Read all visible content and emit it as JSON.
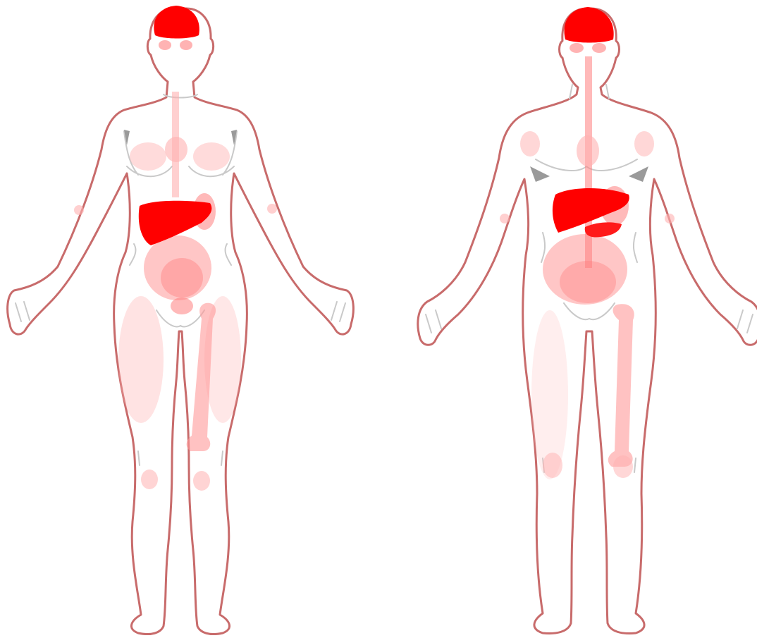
{
  "colors": {
    "outline": "#c86b6b",
    "high": "#ff0000",
    "medium": "#ff8080",
    "low": "#ffc8c8",
    "background": "#ffffff"
  },
  "figures": [
    {
      "sex": "female",
      "organs": [
        {
          "name": "brain",
          "level": 1.0
        },
        {
          "name": "liver",
          "level": 1.0
        },
        {
          "name": "eyes",
          "level": 0.45
        },
        {
          "name": "esophagus",
          "level": 0.25
        },
        {
          "name": "heart",
          "level": 0.25
        },
        {
          "name": "breasts",
          "level": 0.3
        },
        {
          "name": "stomach",
          "level": 0.45
        },
        {
          "name": "intestines",
          "level": 0.4
        },
        {
          "name": "bladder",
          "level": 0.5
        },
        {
          "name": "femur",
          "level": 0.45
        },
        {
          "name": "skin-legs",
          "level": 0.2
        },
        {
          "name": "knees",
          "level": 0.2
        },
        {
          "name": "elbows",
          "level": 0.2
        }
      ]
    },
    {
      "sex": "male",
      "organs": [
        {
          "name": "brain",
          "level": 1.0
        },
        {
          "name": "liver",
          "level": 1.0
        },
        {
          "name": "pancreas",
          "level": 0.9
        },
        {
          "name": "eyes",
          "level": 0.45
        },
        {
          "name": "esophagus",
          "level": 0.4
        },
        {
          "name": "heart",
          "level": 0.25
        },
        {
          "name": "stomach",
          "level": 0.45
        },
        {
          "name": "intestines",
          "level": 0.4
        },
        {
          "name": "femur",
          "level": 0.45
        },
        {
          "name": "skin-legs",
          "level": 0.15
        },
        {
          "name": "knees",
          "level": 0.2
        },
        {
          "name": "shoulders",
          "level": 0.2
        }
      ]
    }
  ]
}
